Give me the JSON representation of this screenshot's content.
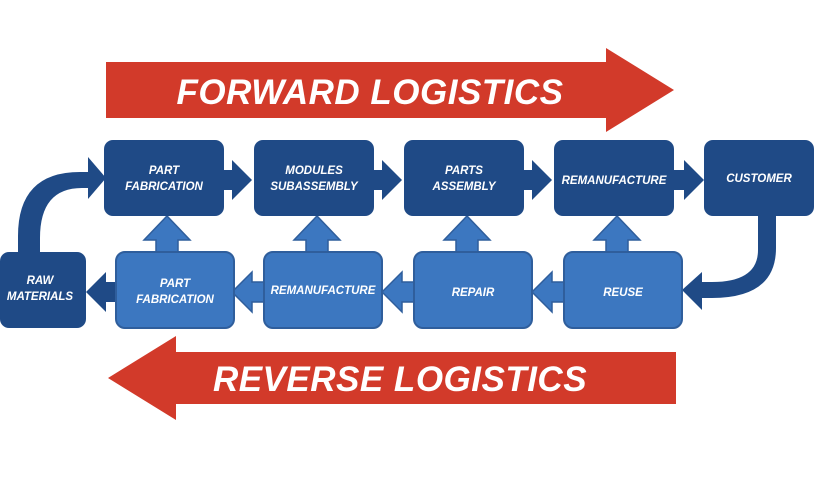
{
  "forward_label": "FORWARD LOGISTICS",
  "reverse_label": "REVERSE LOGISTICS",
  "forward_steps": {
    "part_fabrication": [
      "PART",
      "FABRICATION"
    ],
    "modules_subassembly": [
      "MODULES",
      "SUBASSEMBLY"
    ],
    "parts_assembly": [
      "PARTS",
      "ASSEMBLY"
    ],
    "remanufacture": [
      "REMANUFACTURE"
    ],
    "customer": [
      "CUSTOMER"
    ]
  },
  "reverse_steps": {
    "reuse": [
      "REUSE"
    ],
    "repair": [
      "REPAIR"
    ],
    "remanufacture": [
      "REMANUFACTURE"
    ],
    "part_fabrication": [
      "PART",
      "FABRICATION"
    ],
    "raw_materials": [
      "RAW",
      "MATERIALS"
    ]
  },
  "colors": {
    "forward_box": "#1f4a86",
    "reverse_box": "#3c77c0",
    "banner_red": "#d23a2a"
  }
}
